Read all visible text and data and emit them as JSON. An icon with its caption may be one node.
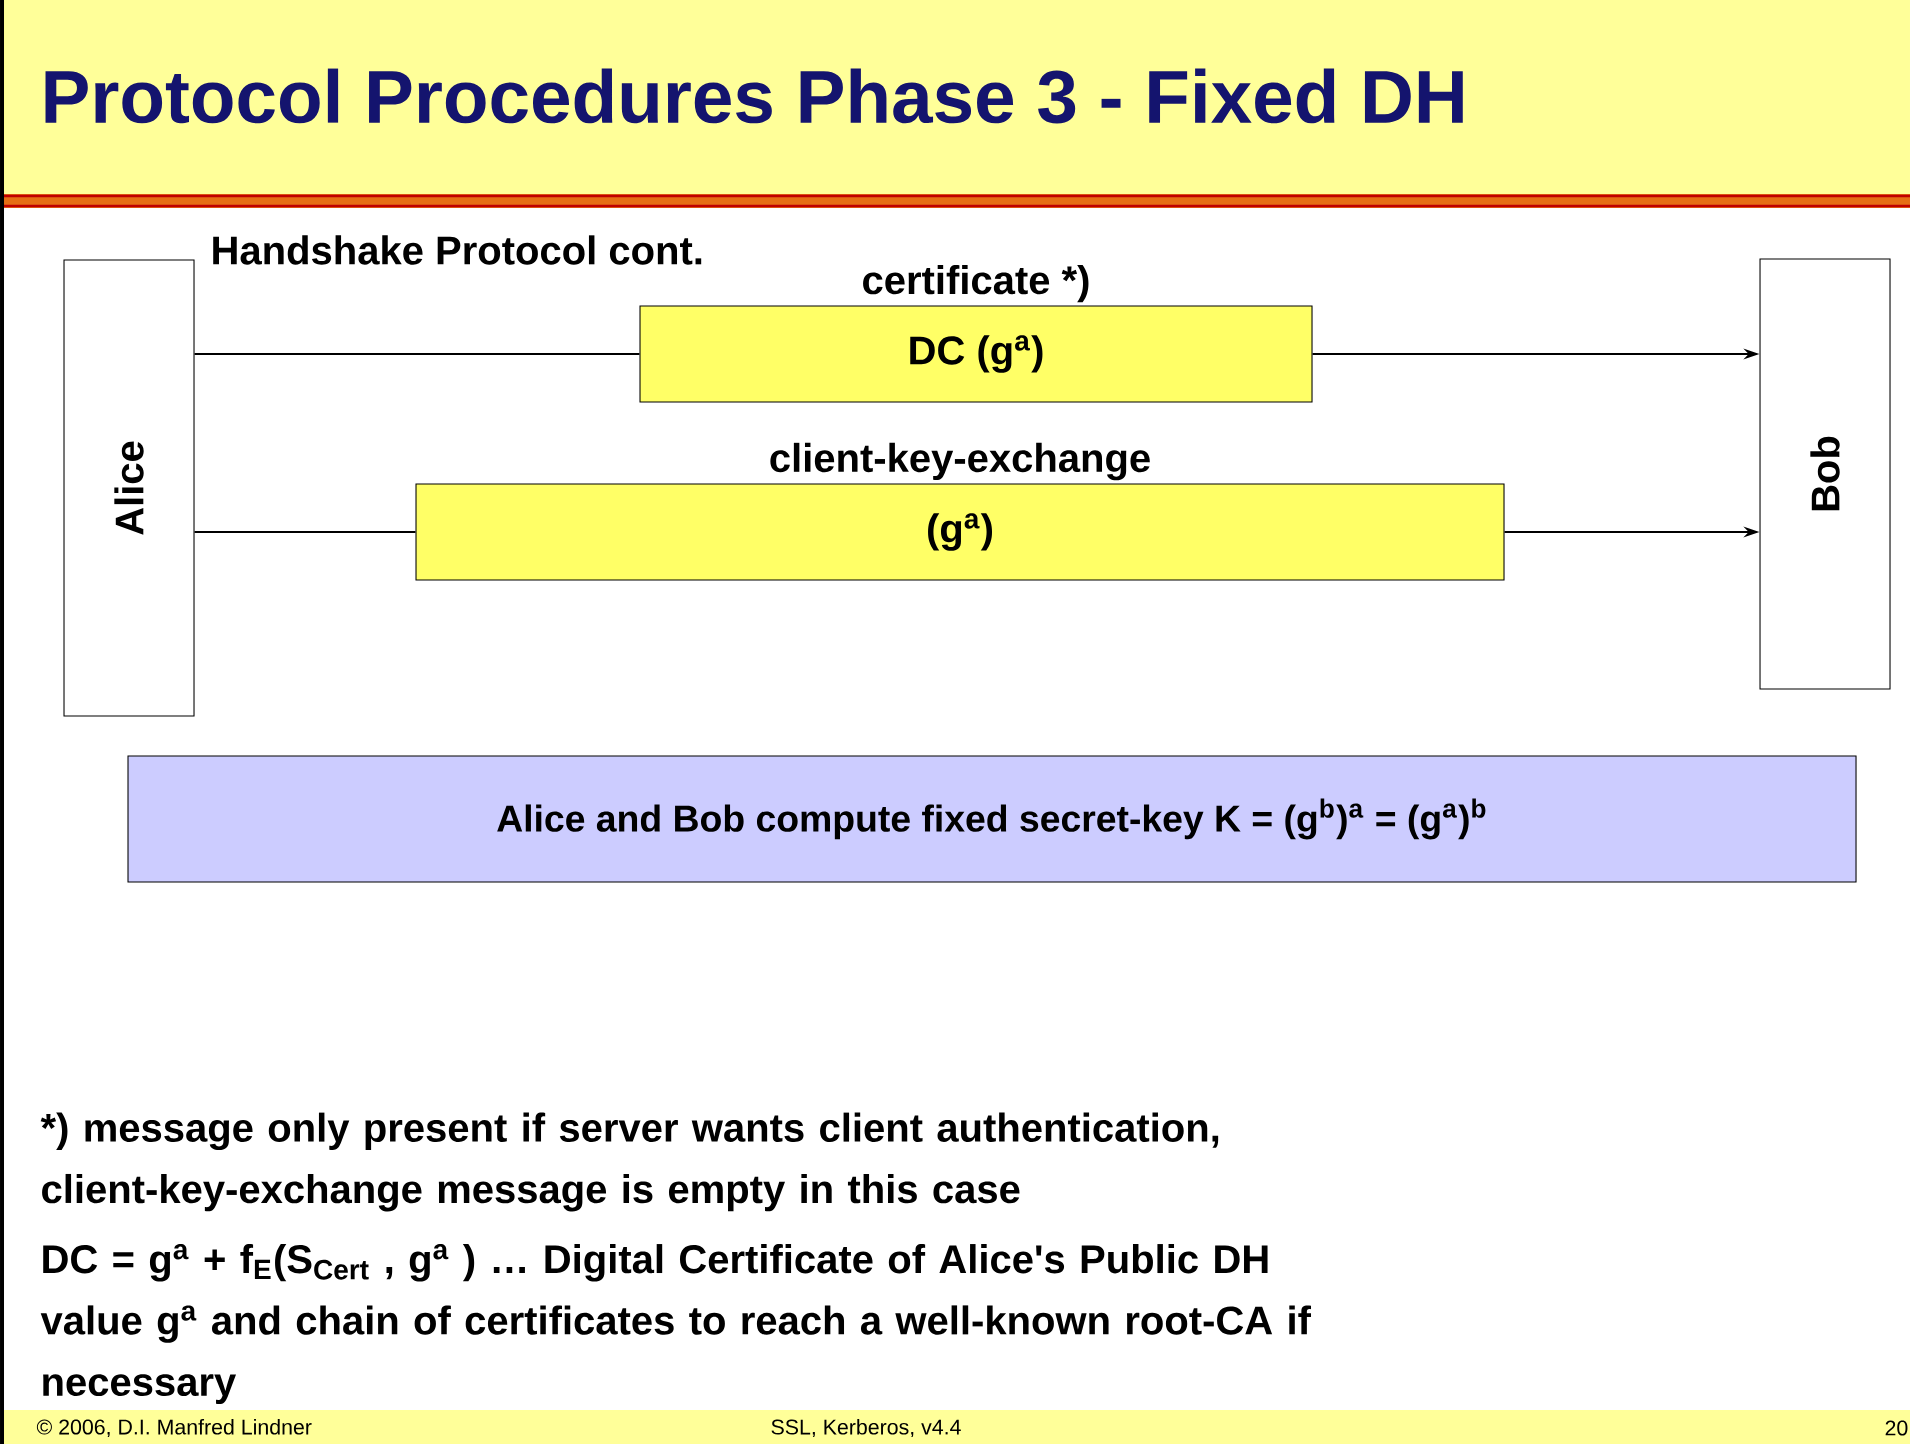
{
  "diagram": {
    "title": "Protocol Procedures Phase 3 - Fixed DH",
    "nodes": [
      {
        "text": [
          "Alice"
        ]
      },
      {
        "text": [
          "Bob"
        ]
      },
      {
        "text": [
          "certificate *)",
          "DC (g$^{a}$)"
        ]
      },
      {
        "text": [
          "client-key-exchange",
          "(g$^{a}$)"
        ]
      },
      {
        "text": [
          "Alice and Bob compute fixed secret-key K = (g$^{b}$)$^{a}$ = (g$^{a}$)$^{b}$"
        ]
      }
    ],
    "edges": [
      {
        "from": 0,
        "to": 2,
        "arrow": "none"
      },
      {
        "from": 2,
        "to": 1,
        "arrow": "to"
      },
      {
        "from": 0,
        "to": 3,
        "arrow": "none"
      },
      {
        "from": 3,
        "to": 1,
        "arrow": "to"
      }
    ],
    "labels": [
      "Handshake Protocol cont.",
      "*) message only present if server wants client authentication, client-key-exchange message is empty in this case",
      "DC = g$^{a}$ + f$_{E}$(S$_{Cert}$ , g$^{a}$ ) … Digital Certificate of Alice's Public DH value g$^{a}$ and chain of certificates to reach a well-known root-CA if necessary",
      "© 2006, D.I. Manfred Lindner",
      "SSL, Kerberos, v4.4",
      "20"
    ]
  }
}
